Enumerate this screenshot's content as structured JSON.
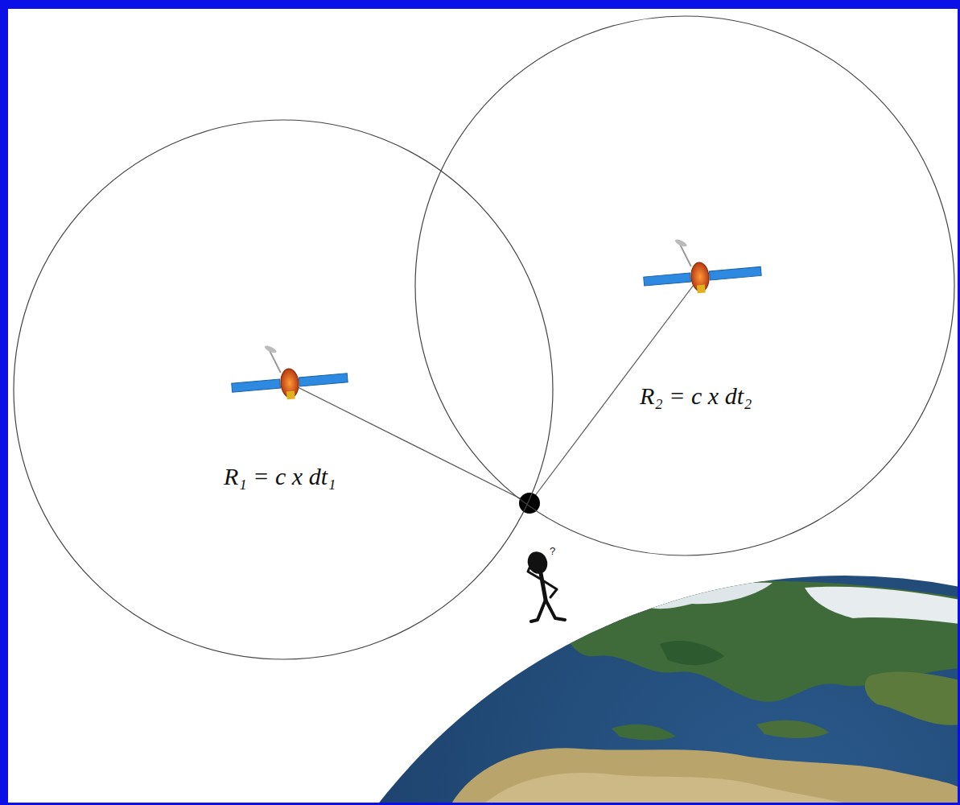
{
  "diagram": {
    "nodes": [
      {
        "text": [
          "R₁ = c x dt₁"
        ]
      },
      {
        "text": [
          "R₂ = c x dt₂"
        ]
      }
    ],
    "labels": [
      "?"
    ]
  }
}
